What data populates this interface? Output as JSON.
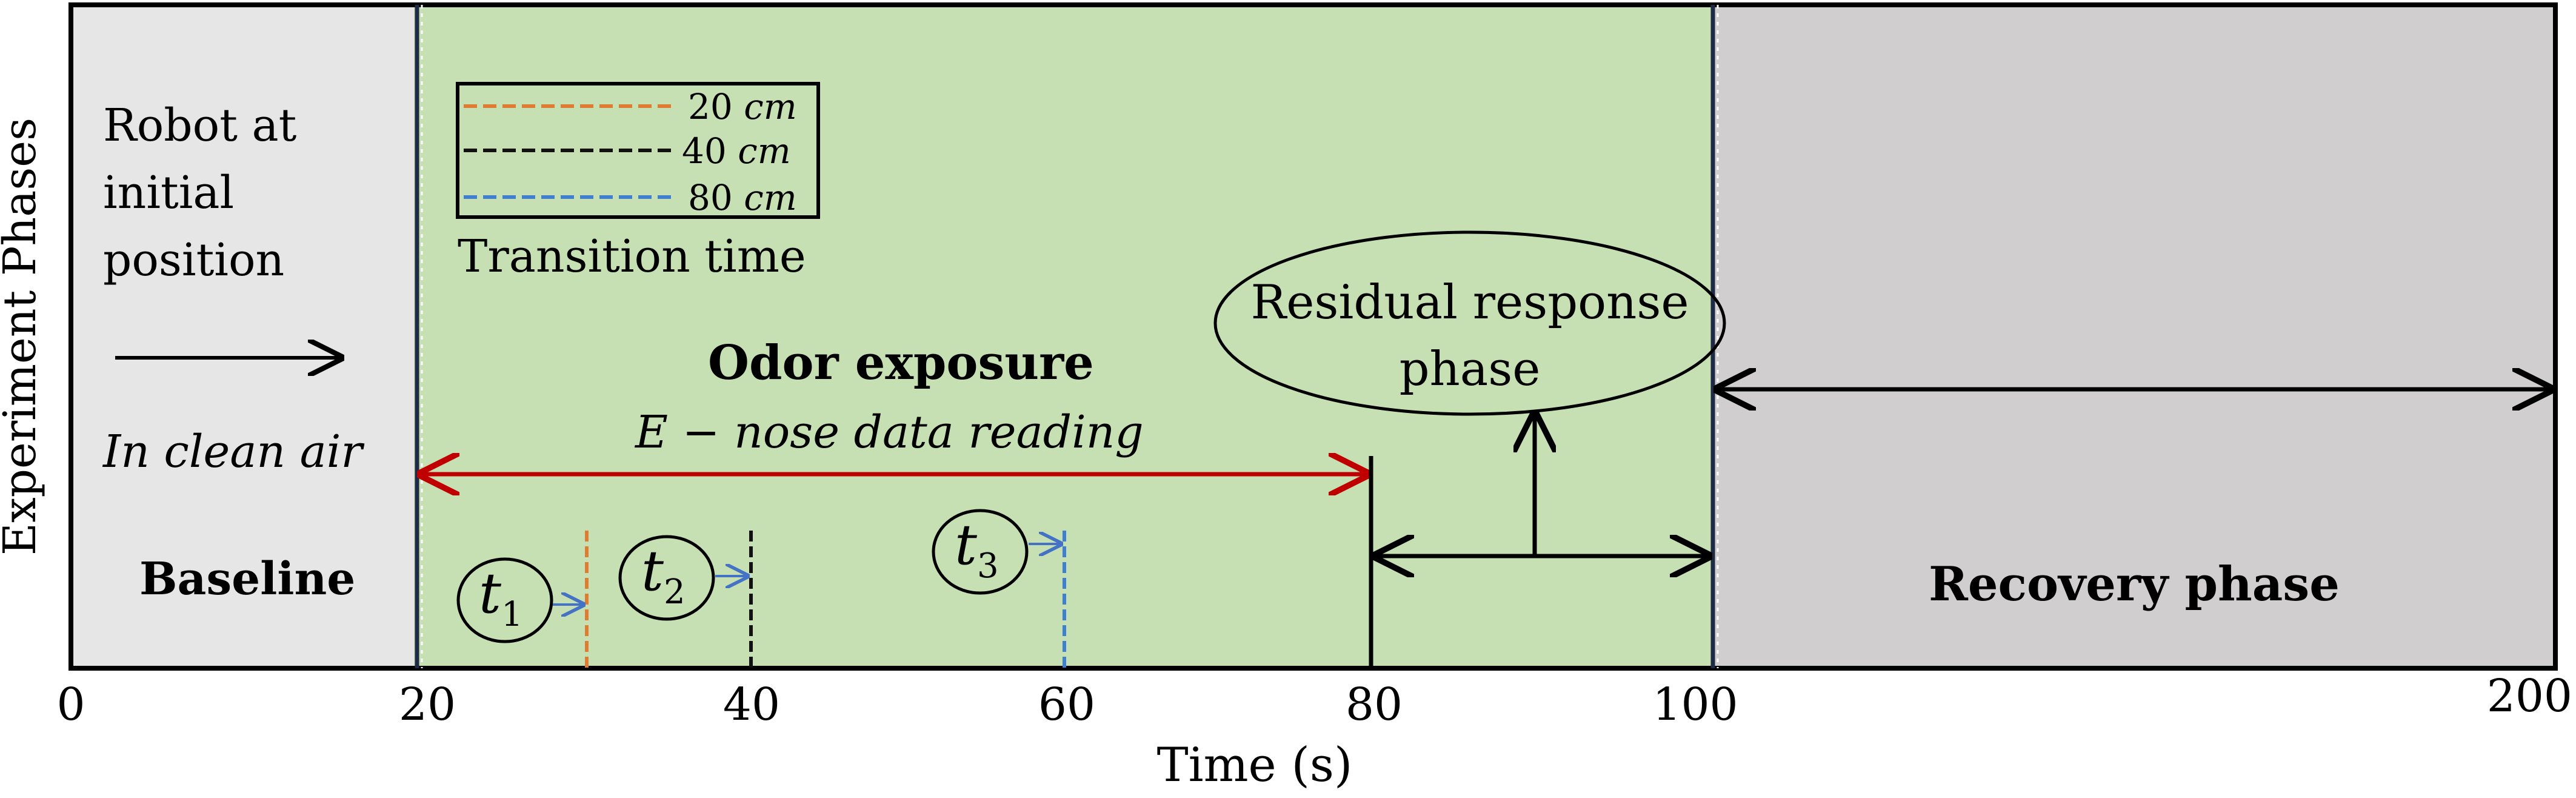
{
  "y_axis_label": "Experiment Phases",
  "x_axis": {
    "label": "Time (s)",
    "ticks": [
      "0",
      "20",
      "40",
      "60",
      "80",
      "100",
      "200"
    ]
  },
  "legend": {
    "items": [
      {
        "label": "20",
        "unit": "cm",
        "color": "#E07B32"
      },
      {
        "label": "40",
        "unit": "cm",
        "color": "#111111"
      },
      {
        "label": "80",
        "unit": "cm",
        "color": "#3F7FD1"
      }
    ],
    "caption": "Transition time"
  },
  "baseline": {
    "note_lines": [
      "Robot at",
      "initial",
      "position"
    ],
    "clean_air": "In clean air",
    "title": "Baseline"
  },
  "odor": {
    "title": "Odor exposure",
    "subtitle": "E − nose data reading"
  },
  "residual": {
    "lines": [
      "Residual response",
      "phase"
    ]
  },
  "recovery": {
    "title": "Recovery phase"
  },
  "markers": [
    {
      "symbol": "t",
      "sub": "1"
    },
    {
      "symbol": "t",
      "sub": "2"
    },
    {
      "symbol": "t",
      "sub": "3"
    }
  ],
  "colors": {
    "baseline_bg": "#E6E6E6",
    "odor_bg": "#C6E0B4",
    "recovery_bg": "#D0CECE",
    "red_arrow": "#C00000",
    "blue_arrow": "#4472C4"
  }
}
